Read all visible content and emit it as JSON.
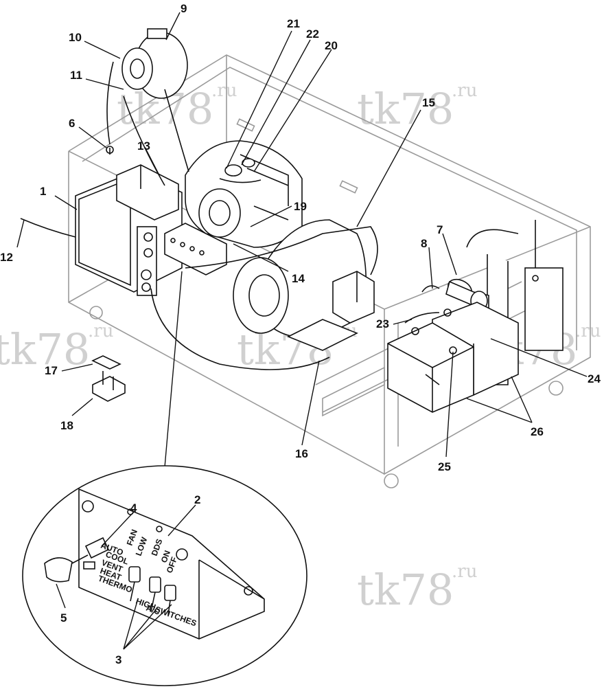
{
  "watermark": {
    "main": "tk78",
    "suffix": ".ru"
  },
  "callouts": [
    "1",
    "2",
    "3",
    "4",
    "5",
    "6",
    "7",
    "8",
    "9",
    "10",
    "11",
    "12",
    "13",
    "14",
    "15",
    "16",
    "17",
    "18",
    "19",
    "20",
    "21",
    "22",
    "23",
    "24",
    "25",
    "26"
  ],
  "panel_labels": {
    "auto": "AUTO",
    "cool": "COOL",
    "vent": "VENT",
    "heat": "HEAT",
    "thermo": "THERMO",
    "fan": "FAN",
    "low": "LOW",
    "high": "HIGH",
    "ac": "A/C",
    "dds": "DDS",
    "on": "ON",
    "switches": "SWITCHES",
    "off": "OFF"
  }
}
